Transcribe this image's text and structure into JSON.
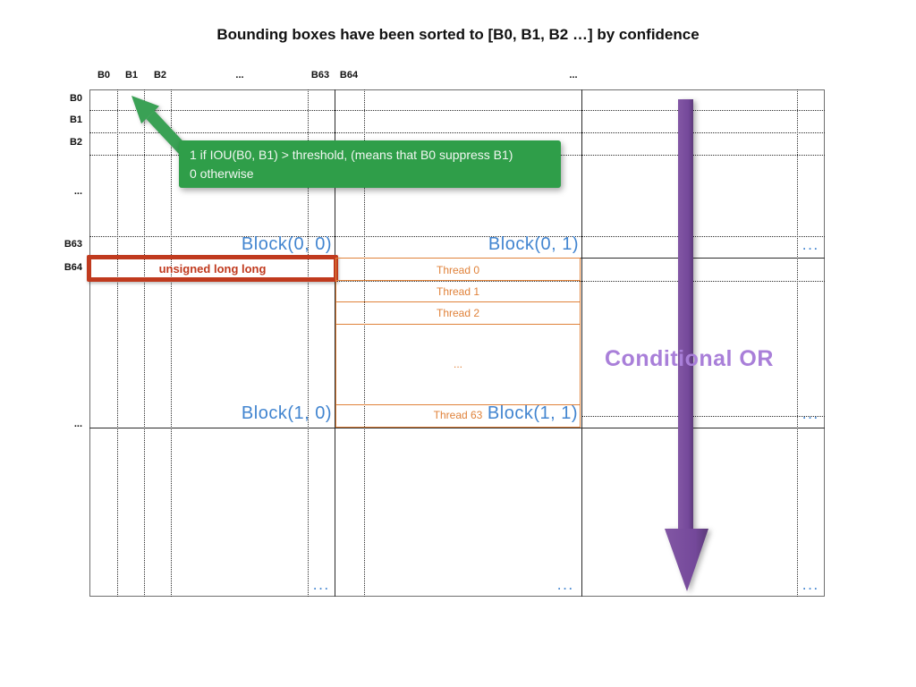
{
  "title": "Bounding boxes have been sorted to [B0, B1, B2 …] by confidence",
  "grid": {
    "col_labels": [
      "B0",
      "B1",
      "B2",
      "...",
      "B63",
      "B64",
      "..."
    ],
    "row_labels": [
      "B0",
      "B1",
      "B2",
      "...",
      "B63",
      "B64",
      "..."
    ]
  },
  "tooltip": {
    "line1": "1 if IOU(B0, B1) > threshold, (means that B0 suppress B1)",
    "line2": "0 otherwise"
  },
  "memory_box": {
    "label": "unsigned long long"
  },
  "threads": [
    "Thread 0",
    "Thread 1",
    "Thread 2",
    "...",
    "Thread 63"
  ],
  "blocks": [
    "Block(0, 0)",
    "Block(0, 1)",
    "Block(1, 0)",
    "Block(1, 1)"
  ],
  "conditional_or": "Conditional OR",
  "ellipsis": "...",
  "colors": {
    "tooltip_green": "#2f9e49",
    "arrow_green": "#3aa155",
    "memory_red": "#c03a1e",
    "thread_orange": "#e0823a",
    "block_blue": "#4285d0",
    "arrow_purple": "#74489a",
    "conditional_or_purple": "#a97fd9"
  }
}
